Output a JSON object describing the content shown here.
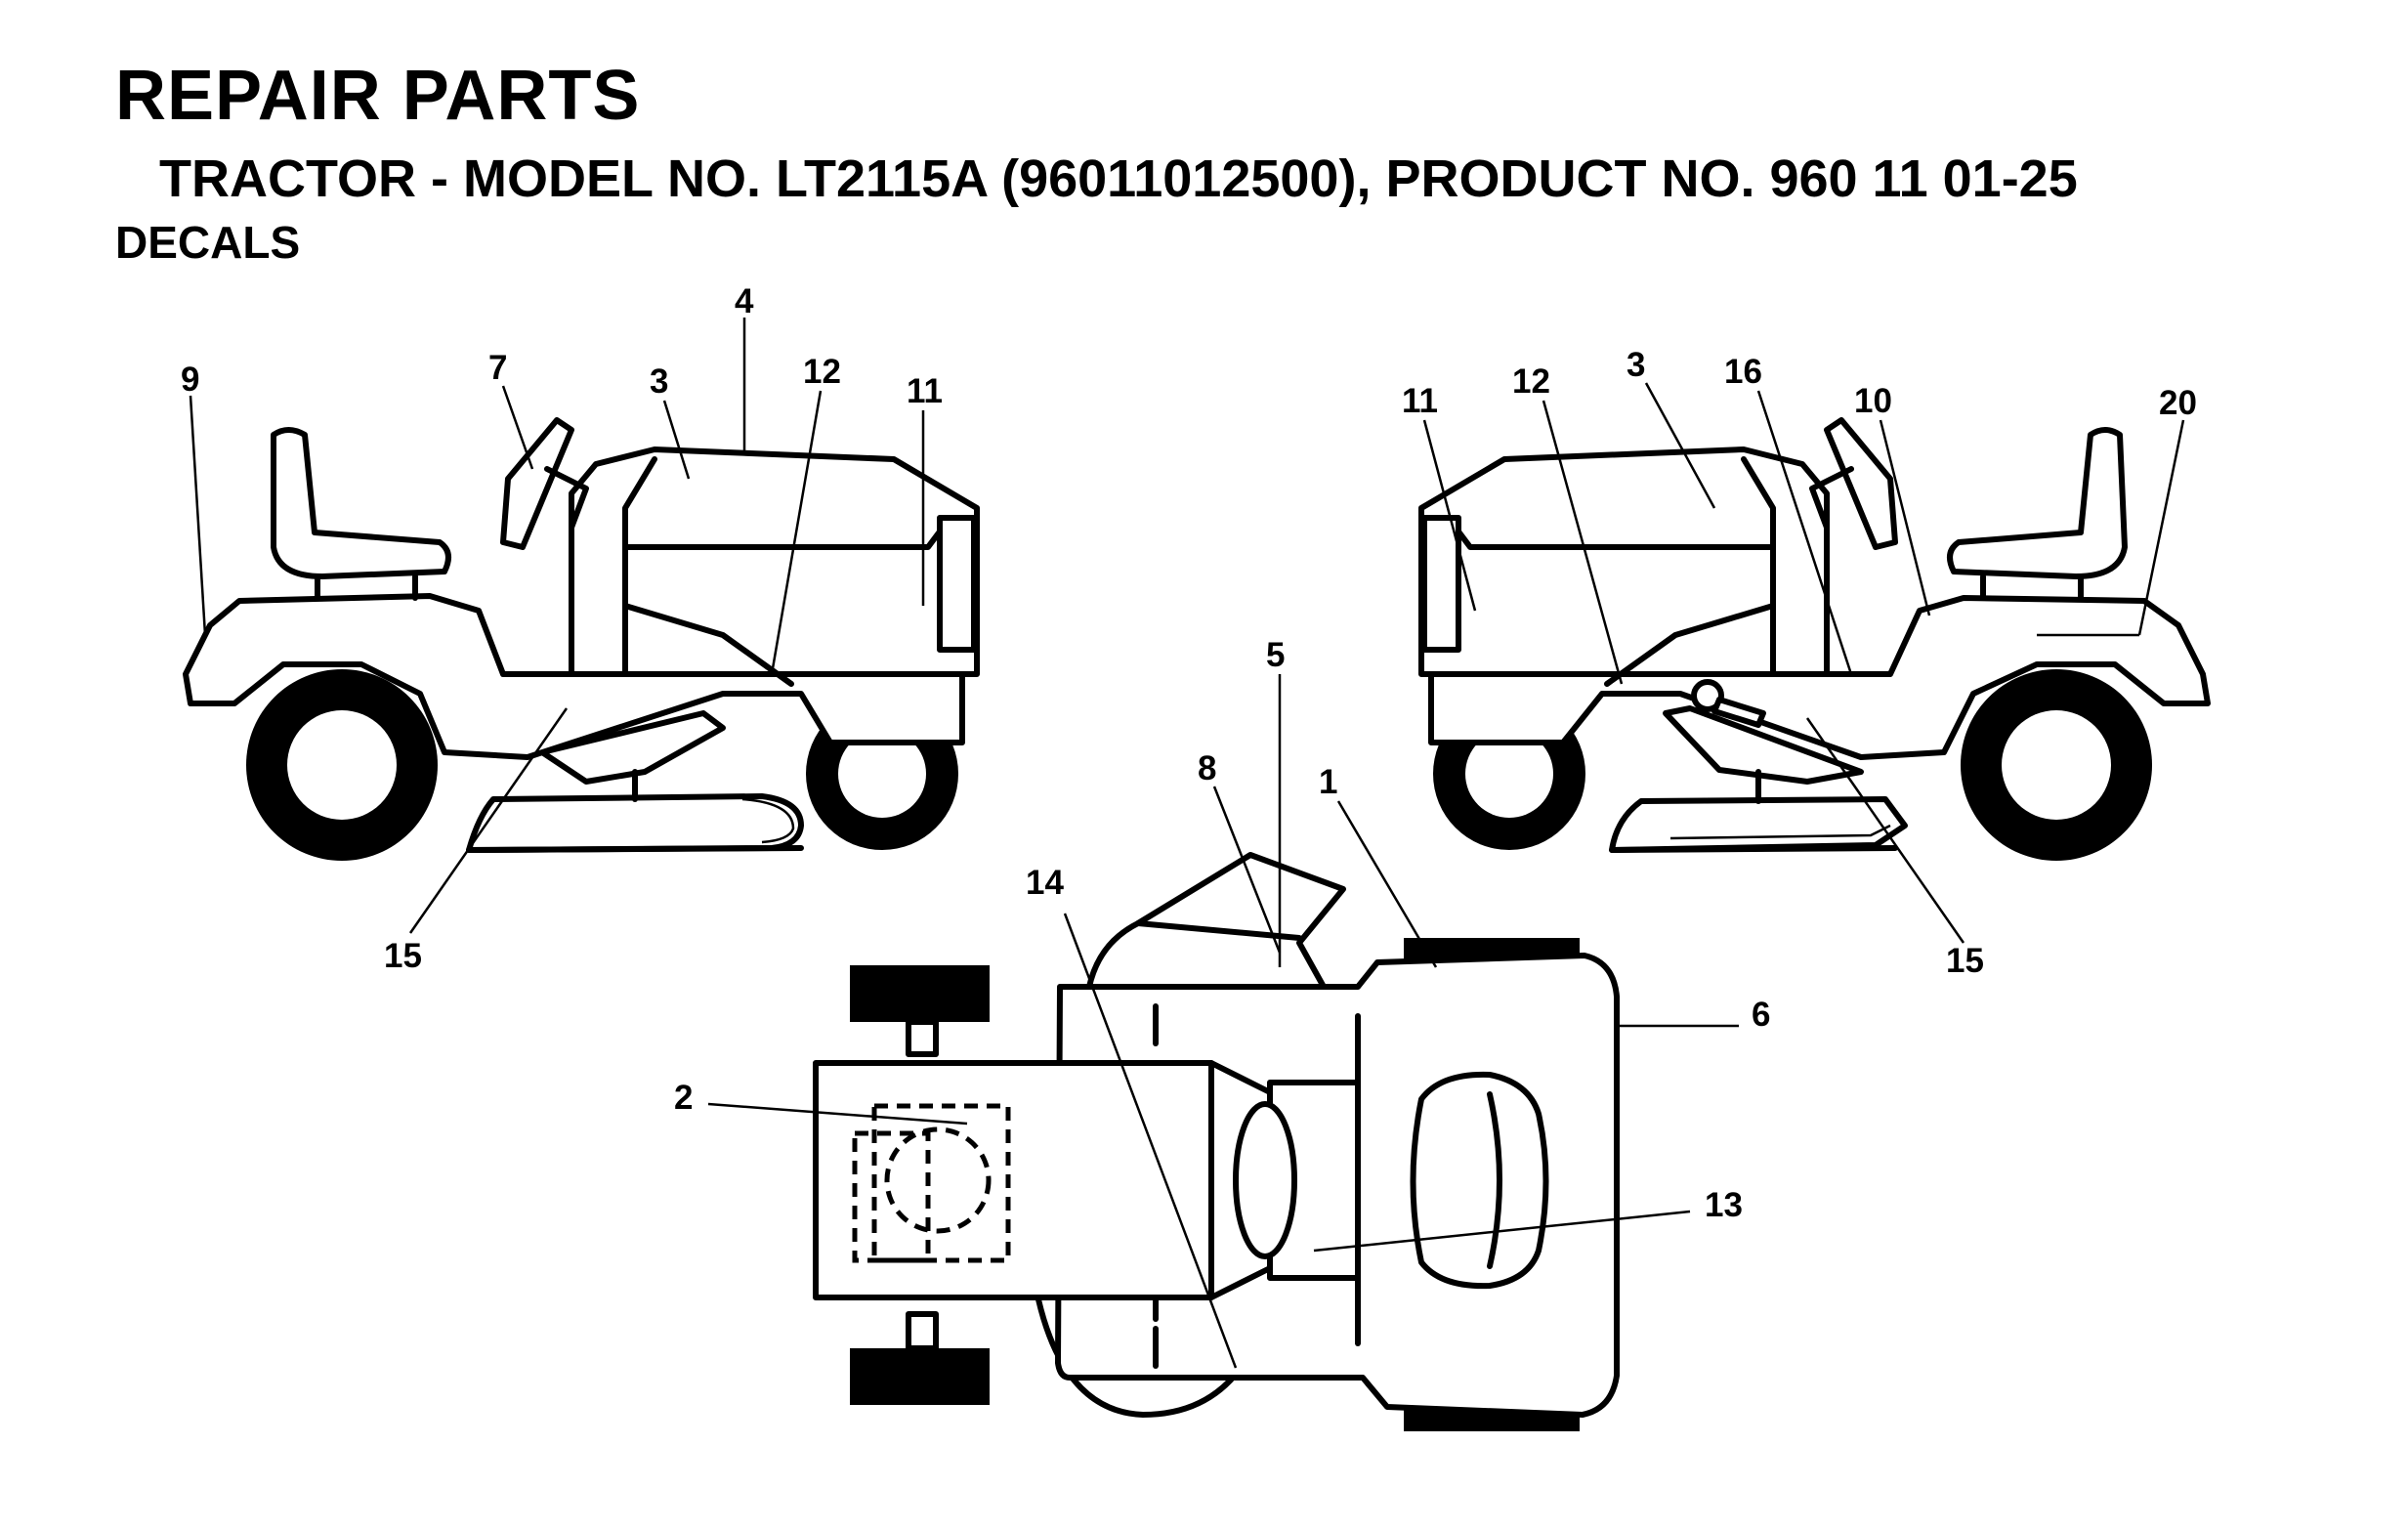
{
  "header": {
    "title": "REPAIR PARTS",
    "subtitle": "TRACTOR - MODEL NO. LT2115A (96011012500), PRODUCT NO. 960 11 01-25",
    "section": "DECALS"
  },
  "callouts": {
    "left_view": [
      "9",
      "7",
      "3",
      "4",
      "12",
      "11",
      "15"
    ],
    "right_view": [
      "11",
      "12",
      "3",
      "16",
      "10",
      "20",
      "15"
    ],
    "top_view": [
      "5",
      "8",
      "1",
      "14",
      "6",
      "2",
      "13"
    ]
  }
}
